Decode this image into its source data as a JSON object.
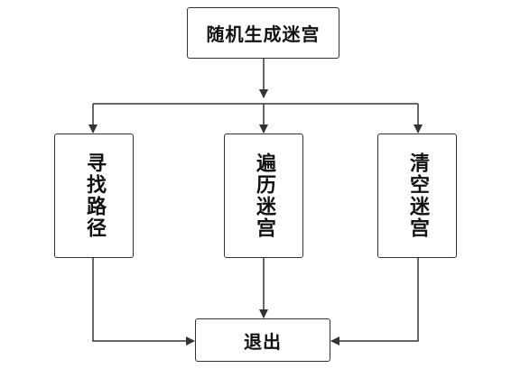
{
  "nodes": {
    "generate": "随机生成迷宫",
    "find_path": "寻找路径",
    "traverse": "遍历迷宫",
    "clear": "清空迷宫",
    "exit": "退出"
  },
  "colors": {
    "line": "#333333",
    "text": "#111111",
    "background": "#ffffff"
  }
}
